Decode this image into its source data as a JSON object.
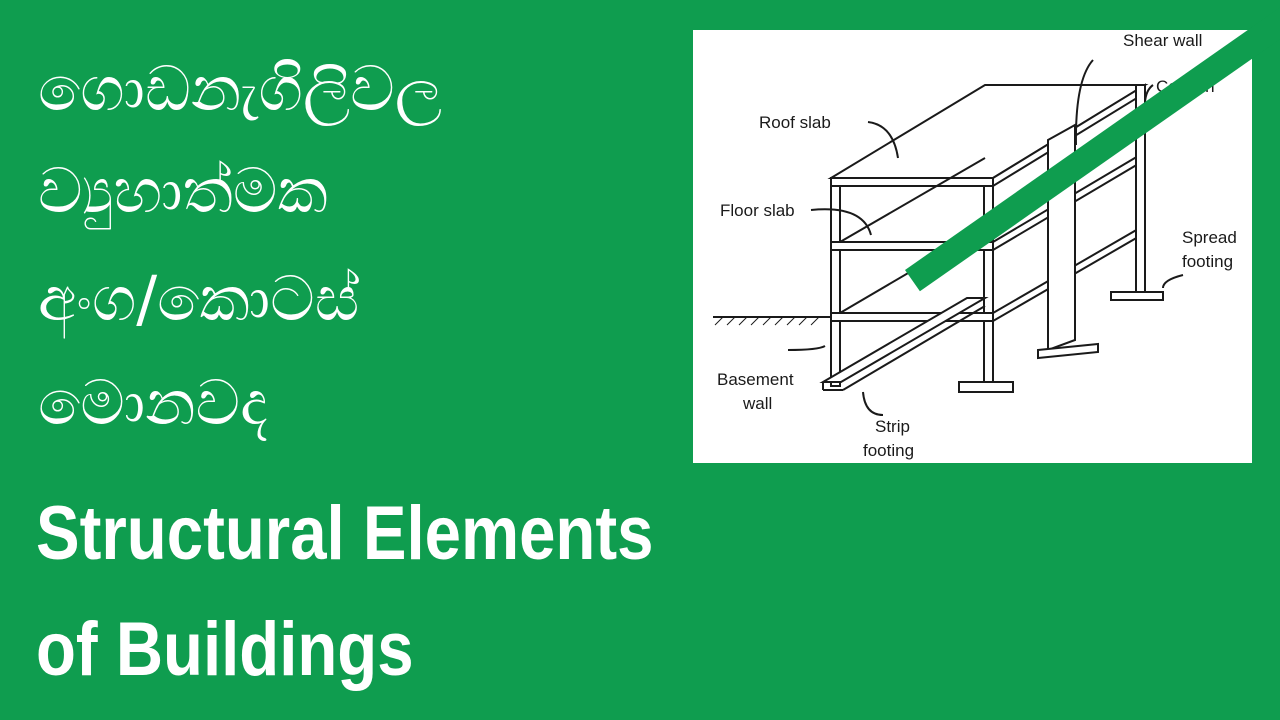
{
  "title_sinhala": {
    "line1": "ගොඩනැගිලිවල",
    "line2": "ව්‍යුහාත්මක",
    "line3": "අංග/කොටස්",
    "line4": "මොනවද"
  },
  "title_english": {
    "line1": "Structural Elements",
    "line2": "of Buildings"
  },
  "diagram": {
    "labels": {
      "shear_wall": "Shear wall",
      "column": "Column",
      "roof_slab": "Roof slab",
      "floor_slab": "Floor slab",
      "spread_footing_1": "Spread",
      "spread_footing_2": "footing",
      "basement_wall_1": "Basement",
      "basement_wall_2": "wall",
      "strip_footing_1": "Strip",
      "strip_footing_2": "footing"
    }
  },
  "colors": {
    "background": "#0f9d4f",
    "text": "#ffffff",
    "diagram_bg": "#ffffff",
    "line": "#1a1a1a"
  }
}
